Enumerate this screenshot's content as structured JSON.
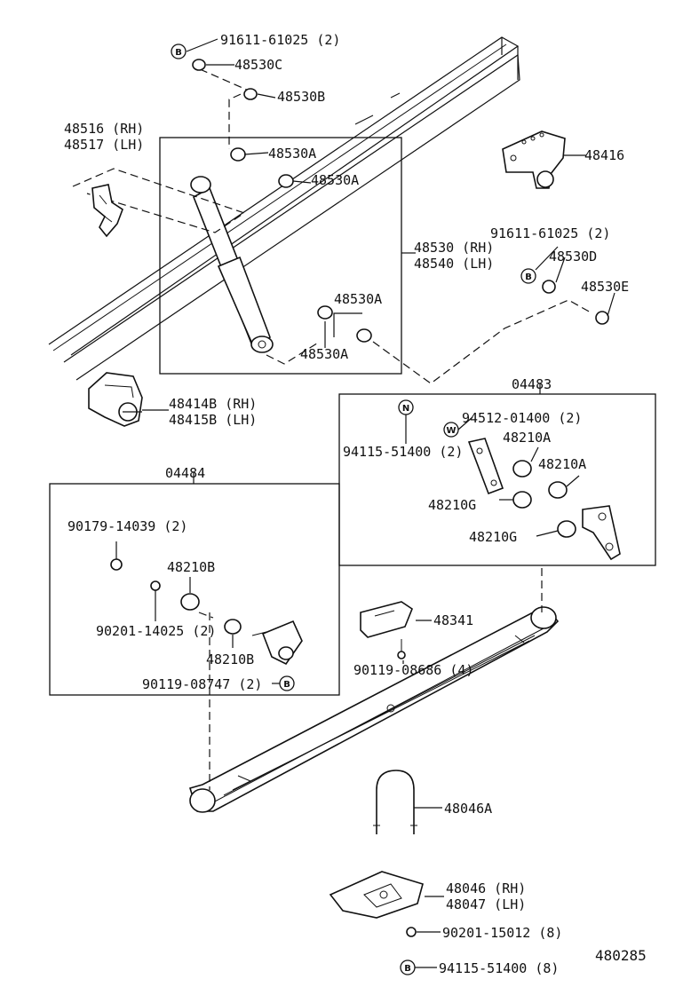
{
  "labels": {
    "bolt_top": "91611-61025 (2)",
    "p48530c": "48530C",
    "p48530b": "48530B",
    "p48516": "48516 (RH)",
    "p48517": "48517 (LH)",
    "p48530a_1": "48530A",
    "p48530a_2": "48530A",
    "p48530a_3": "48530A",
    "p48530a_4": "48530A",
    "p48416": "48416",
    "p48530": "48530 (RH)",
    "p48540": "48540 (LH)",
    "bolt_right": "91611-61025 (2)",
    "p48530d": "48530D",
    "p48530e": "48530E",
    "p48414b": "48414B (RH)",
    "p48415b": "48415B (LH)",
    "kit_04483": "04483",
    "washer_94512": "94512-01400 (2)",
    "nut_94115_2": "94115-51400 (2)",
    "p48210a_1": "48210A",
    "p48210a_2": "48210A",
    "p48210g_1": "48210G",
    "p48210g_2": "48210G",
    "kit_04484": "04484",
    "nut_90179": "90179-14039 (2)",
    "p48210b_1": "48210B",
    "washer_90201_14025": "90201-14025 (2)",
    "p48210b_2": "48210B",
    "bolt_90119_08747": "90119-08747 (2)",
    "p48341": "48341",
    "bolt_90119_08686": "90119-08686 (4)",
    "p48046a": "48046A",
    "p48046": "48046 (RH)",
    "p48047": "48047 (LH)",
    "washer_90201_15012": "90201-15012 (8)",
    "nut_94115_8": "94115-51400 (8)",
    "diagram_code": "480285"
  },
  "symbols": {
    "b": "B",
    "n": "N",
    "w": "W"
  }
}
